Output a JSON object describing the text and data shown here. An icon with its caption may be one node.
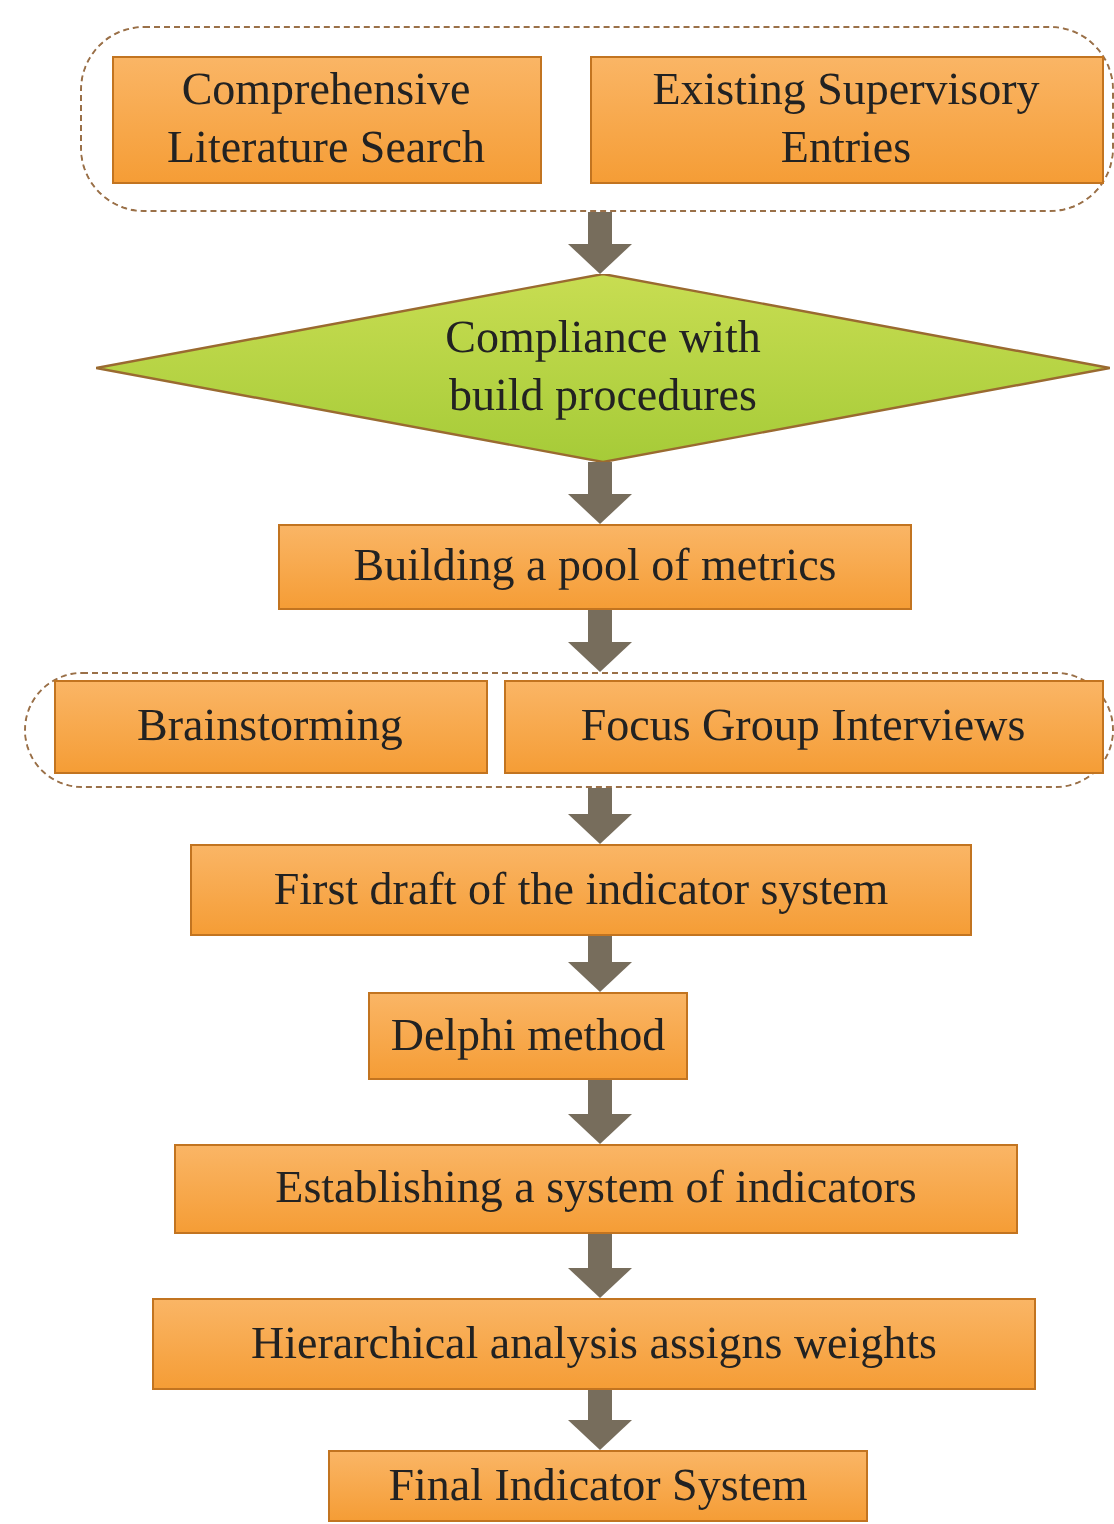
{
  "diagram": {
    "nodes": [
      {
        "text": [],
        "shape": "box"
      },
      {
        "text": [
          "Comprehensive Literature Search"
        ],
        "in": 0
      },
      {
        "text": [
          "Existing Supervisory Entries"
        ],
        "in": 0
      },
      {
        "text": [
          "Compliance with build procedures"
        ]
      },
      {
        "text": [
          "Building a pool of metrics"
        ]
      },
      {
        "text": [],
        "shape": "box"
      },
      {
        "text": [
          "Brainstorming"
        ],
        "in": 5
      },
      {
        "text": [
          "Focus Group Interviews"
        ],
        "in": 5
      },
      {
        "text": [
          "First draft of the indicator system"
        ]
      },
      {
        "text": [
          "Delphi method"
        ]
      },
      {
        "text": [
          "Establishing a system of indicators"
        ]
      },
      {
        "text": [
          "Hierarchical analysis assigns weights"
        ]
      },
      {
        "text": [
          "Final Indicator System"
        ]
      }
    ],
    "edges": [
      {
        "from": 0,
        "to": 3,
        "arrow": "to"
      },
      {
        "from": 3,
        "to": 4,
        "arrow": "to"
      },
      {
        "from": 4,
        "to": 5,
        "arrow": "to"
      },
      {
        "from": 5,
        "to": 8,
        "arrow": "to"
      },
      {
        "from": 8,
        "to": 9,
        "arrow": "to"
      },
      {
        "from": 9,
        "to": 10,
        "arrow": "to"
      },
      {
        "from": 10,
        "to": 11,
        "arrow": "to"
      },
      {
        "from": 11,
        "to": 12,
        "arrow": "to"
      }
    ]
  }
}
